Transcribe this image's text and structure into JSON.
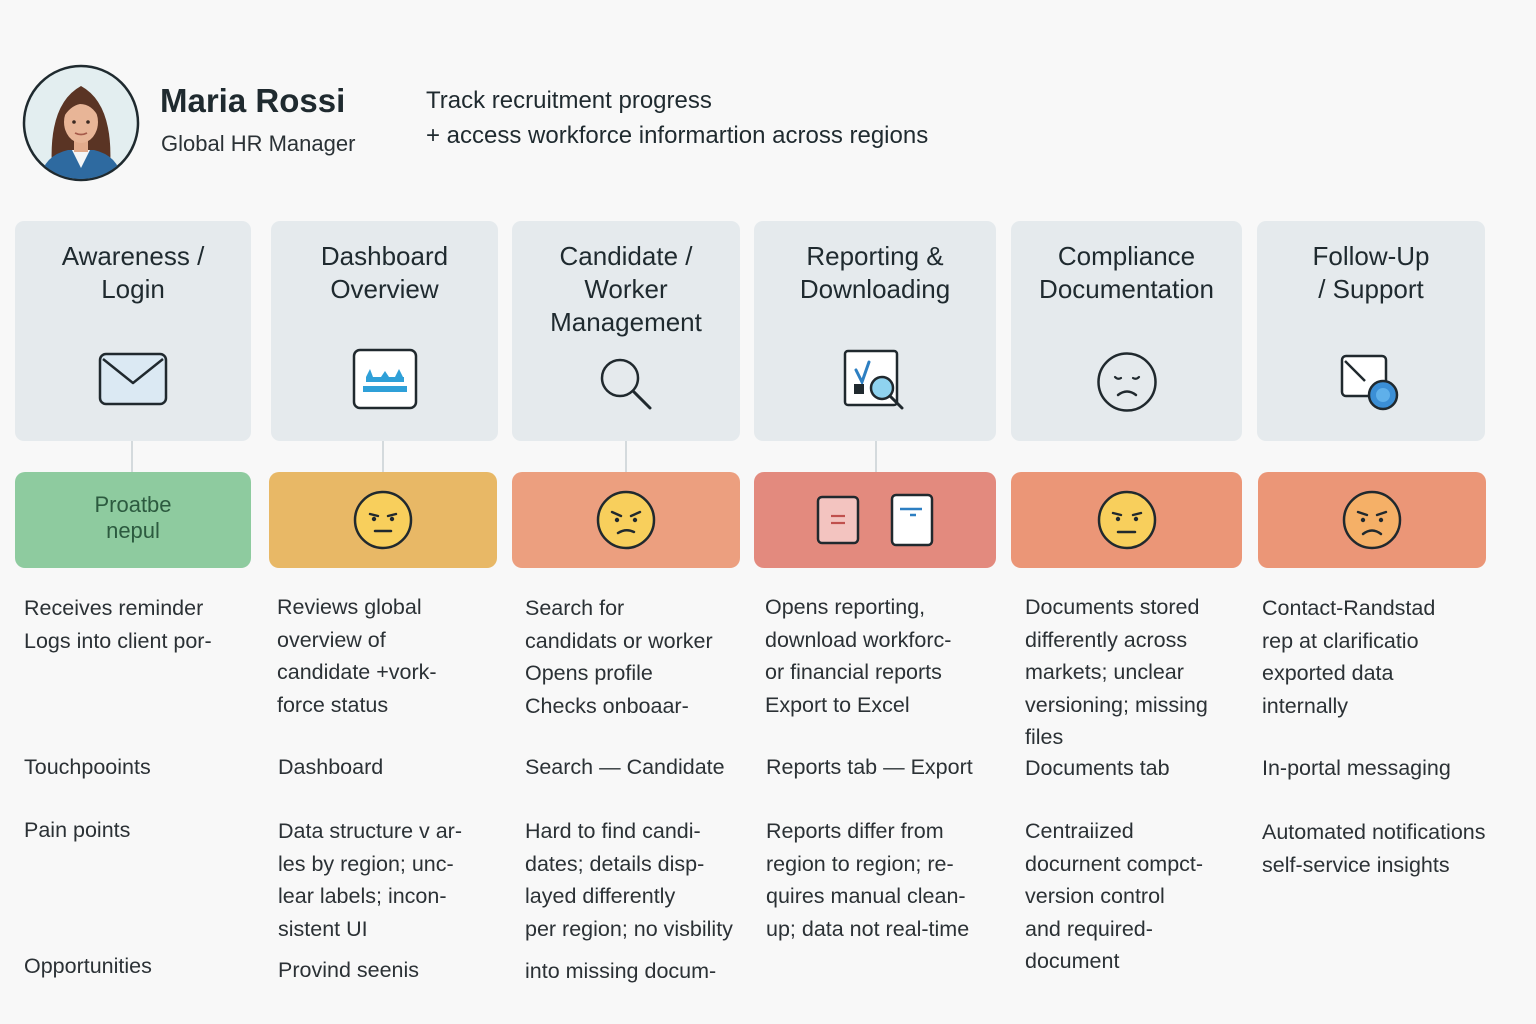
{
  "persona": {
    "name": "Maria Rossi",
    "role": "Global HR Manager",
    "goal_line_1": "Track recruitment progress",
    "goal_line_2": "+ access workforce informartion across regions"
  },
  "row_labels": {
    "touchpoints": "Touchpooints",
    "pain_points": "Pain points",
    "opportunities": "Opportunities"
  },
  "emotion_colors": [
    "#8ecb9f",
    "#e8b866",
    "#ec9f7f",
    "#e38a7e",
    "#eb9677",
    "#eb9677"
  ],
  "stages": [
    {
      "title": "Awareness /\nLogin",
      "icon": "envelope-icon",
      "emotion_label": "Proatbe\nnepul",
      "actions": "Receives reminder\nLogs into client por-",
      "touchpoint": "",
      "pain_points": "",
      "opportunities": ""
    },
    {
      "title": "Dashboard\nOverview",
      "icon": "dashboard-icon",
      "emotion_face": "neutral-face-icon",
      "actions": "Reviews global\noverview of\ncandidate +vork-\nforce status",
      "touchpoint": "Dashboard",
      "pain_points": "Data structure v ar-\nles by region; unc-\nlear labels; incon-\nsistent UI",
      "opportunities": "Provind seenis"
    },
    {
      "title": "Candidate /\nWorker\nManagement",
      "icon": "search-icon",
      "emotion_face": "annoyed-face-icon",
      "actions": "Search for\ncandidats or worker\nOpens profile\nChecks onboaar-",
      "touchpoint": "Search — Candidate",
      "pain_points": "Hard to find candi-\ndates; details disp-\nlayed differently\nper region; no visbility",
      "opportunities": "into missing docum-"
    },
    {
      "title": "Reporting &\nDownloading",
      "icon": "report-search-icon",
      "emotion_face": "",
      "actions": "Opens reporting,\ndownload workforc-\nor financial reports\nExport to Excel",
      "touchpoint": "Reports tab — Export",
      "pain_points": "Reports differ from\nregion to region; re-\nquires manual clean-\nup; data not real-time",
      "opportunities": ""
    },
    {
      "title": "Compliance\nDocumentation",
      "icon": "sad-face-icon",
      "emotion_face": "neutral-face-icon",
      "actions": "Documents stored\ndifferently across\nmarkets; unclear\nversioning; missing\nfiles",
      "touchpoint": "Documents tab",
      "pain_points": "Centraiized\ndocurnent compct-\nversion control\nand required-\ndocument",
      "opportunities": ""
    },
    {
      "title": "Follow-Up\n/ Support",
      "icon": "message-support-icon",
      "emotion_face": "frowning-face-icon",
      "actions": "Contact-Randstad\nrep at clarificatio\nexported data\ninternally",
      "touchpoint": "In-portal messaging",
      "pain_points": "Automated notifications\nself-service insights",
      "opportunities": ""
    }
  ]
}
